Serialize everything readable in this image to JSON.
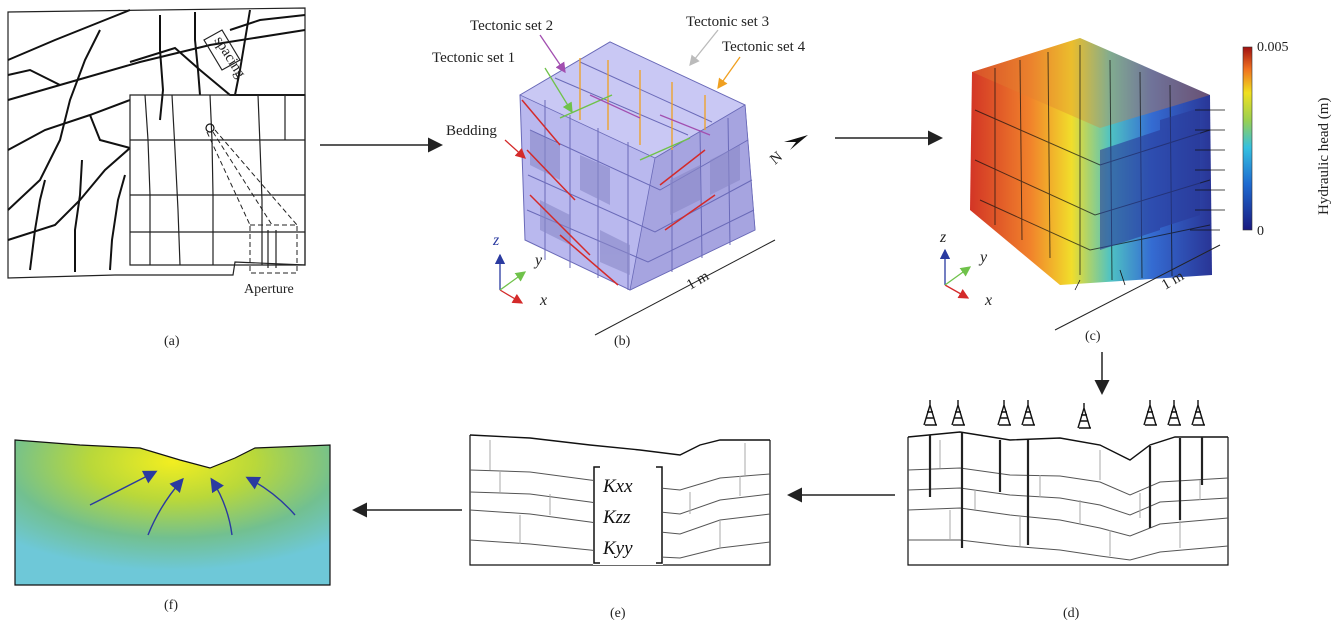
{
  "panels": {
    "a": {
      "label": "(a)",
      "aperture_label": "Aperture",
      "spacing_label": "spacing"
    },
    "b": {
      "label": "(b)",
      "sets": [
        "Tectonic set 1",
        "Tectonic set 2",
        "Tectonic set 3",
        "Tectonic set 4"
      ],
      "bedding_label": "Bedding",
      "scale_label": "1 m",
      "axes": {
        "x": "x",
        "y": "y",
        "z": "z"
      }
    },
    "c": {
      "label": "(c)",
      "scale_label": "1 m",
      "colorbar": {
        "title": "Hydraulic head (m)",
        "max": "0.005",
        "min": "0"
      },
      "axes": {
        "x": "x",
        "y": "y",
        "z": "z"
      }
    },
    "d": {
      "label": "(d)"
    },
    "e": {
      "label": "(e)",
      "matrix": [
        "Kxx",
        "Kzz",
        "Kyy"
      ]
    },
    "f": {
      "label": "(f)"
    }
  },
  "north_label": "N",
  "colors": {
    "set1": "#6fc24a",
    "set2": "#a24fb0",
    "set3": "#c8c8c8",
    "set4": "#f0a020",
    "bedding": "#d42a2a",
    "cube": "#b9b8ee",
    "arrow_blue": "#2a3aa0"
  }
}
